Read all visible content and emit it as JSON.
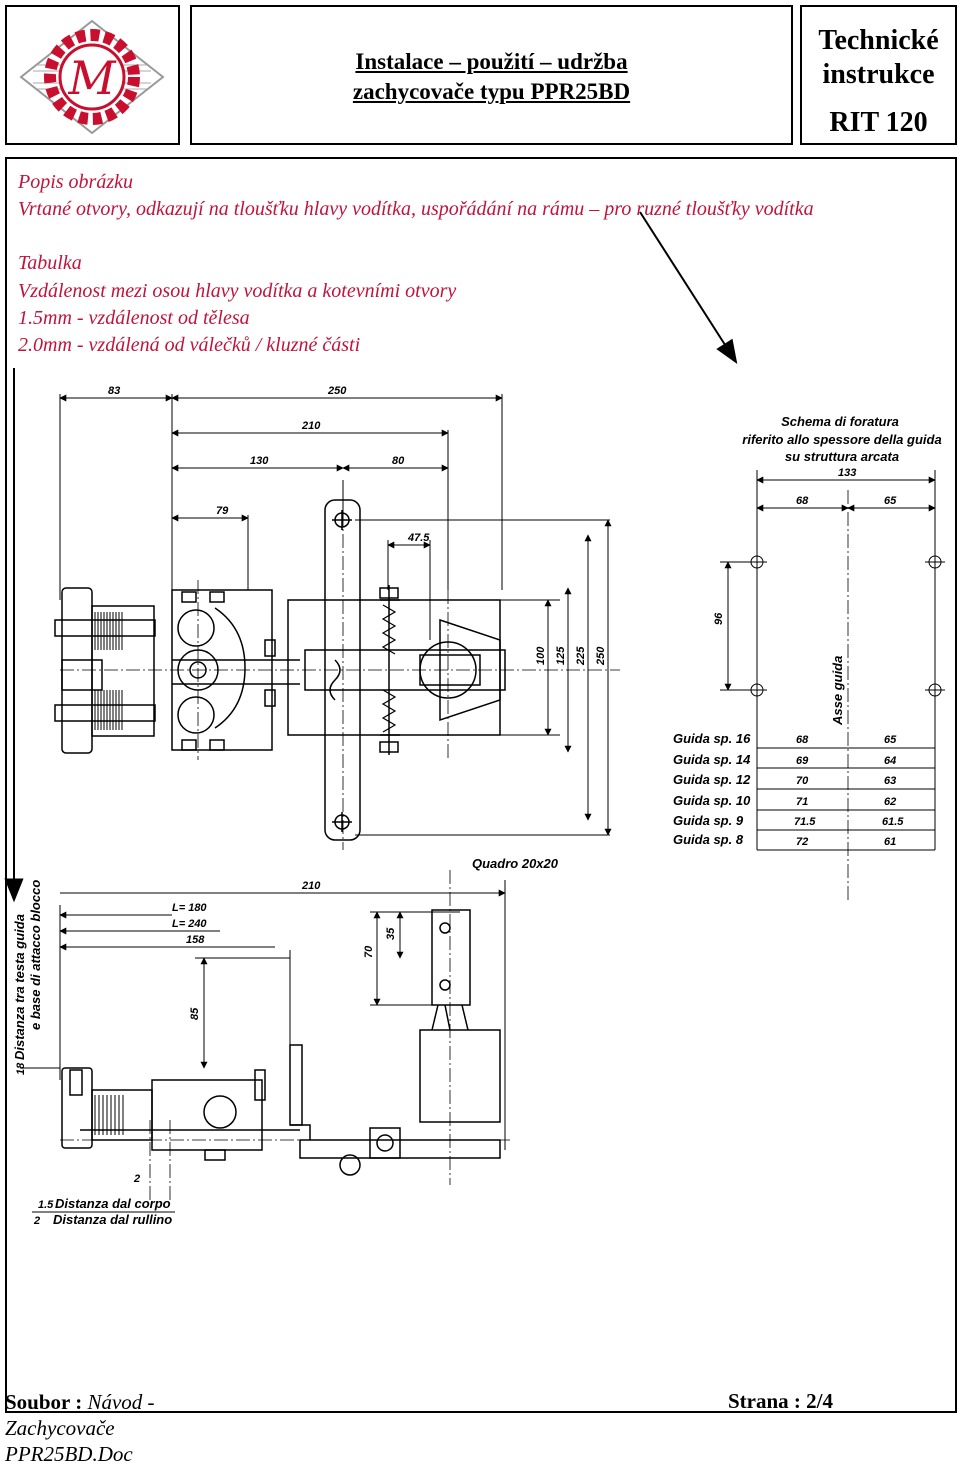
{
  "header": {
    "title_line1": "Instalace – použití – udržba",
    "title_line2": "zachycovače typu PPR25BD",
    "right_line1": "Technické",
    "right_line2": "instrukce",
    "right_line3": "RIT 120",
    "logo_letter": "M"
  },
  "caption": {
    "popis_heading": "Popis obrázku",
    "popis_text": "Vrtané otvory, odkazují na tloušťku hlavy vodítka, uspořádání na rámu – pro ruzné tloušťky vodítka",
    "tabulka_heading": "Tabulka",
    "tabulka_line1": "Vzdálenost mezi osou hlavy vodítka a kotevními otvory",
    "tabulka_line2": "1.5mm - vzdálenost od tělesa",
    "tabulka_line3": "2.0mm -  vzdálená od válečků / kluzné části"
  },
  "drawing": {
    "top_dims": {
      "d83": "83",
      "d250": "250",
      "d210": "210",
      "d130": "130",
      "d80": "80",
      "d79": "79",
      "d47_5": "47.5",
      "v100": "100",
      "v125": "125",
      "v225": "225",
      "v250": "250"
    },
    "schema": {
      "title1": "Schema di foratura",
      "title2": "riferito allo spessore della guida",
      "title3": "su struttura arcata",
      "d133": "133",
      "d68": "68",
      "d65": "65",
      "d96": "96",
      "axis_label": "Asse guida",
      "table": [
        {
          "guida": "Guida sp. 16",
          "a": "68",
          "b": "65"
        },
        {
          "guida": "Guida sp. 14",
          "a": "69",
          "b": "64"
        },
        {
          "guida": "Guida sp. 12",
          "a": "70",
          "b": "63"
        },
        {
          "guida": "Guida sp. 10",
          "a": "71",
          "b": "62"
        },
        {
          "guida": "Guida sp. 9",
          "a": "71.5",
          "b": "61.5"
        },
        {
          "guida": "Guida sp. 8",
          "a": "72",
          "b": "61"
        }
      ]
    },
    "bottom": {
      "quadro": "Quadro 20x20",
      "d210": "210",
      "l180": "L= 180",
      "l240": "L= 240",
      "d158": "158",
      "d70": "70",
      "d35": "35",
      "d85": "85",
      "d2": "2",
      "side_label1": "Distanza tra testa guida",
      "side_label2": "e base di attacco blocco",
      "side_num": "18",
      "legend1_num": "1.5",
      "legend1_text": "Distanza dal corpo",
      "legend2_num": "2",
      "legend2_text": "Distanza dal rullino"
    }
  },
  "footer": {
    "soubor_label": "Soubor : ",
    "soubor_value": "Návod - Zachycovače PPR25BD.Doc",
    "strana_label": "Strana : ",
    "strana_value": "2/4"
  }
}
